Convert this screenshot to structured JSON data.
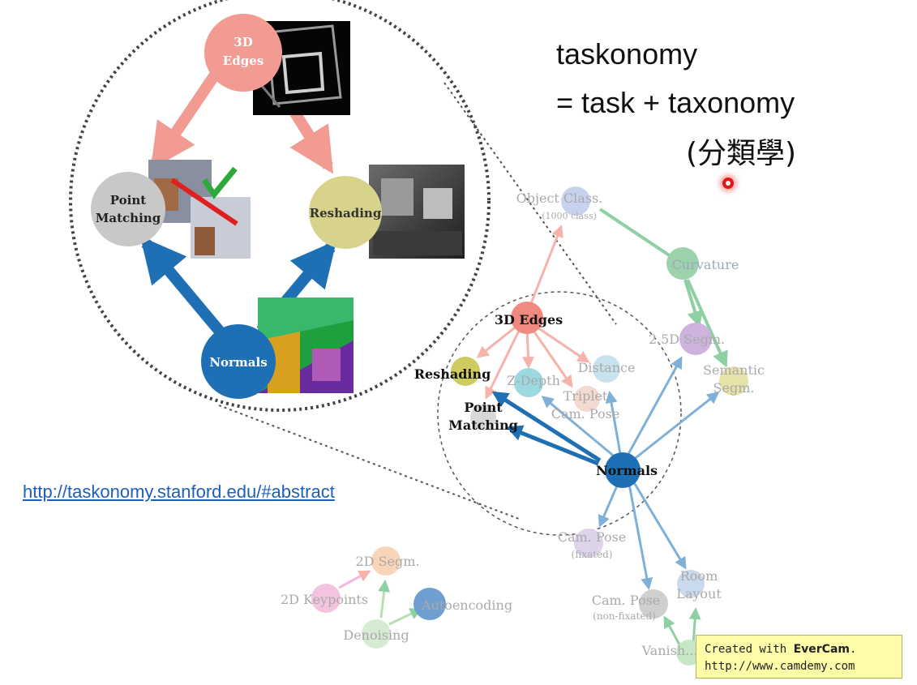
{
  "heading": {
    "line1": "taskonomy",
    "line2": "= task + taxonomy",
    "line3": "(分類學)"
  },
  "link": "http://taskonomy.stanford.edu/#abstract",
  "zoom_nodes": {
    "edges_3d": "3D Edges",
    "point_matching": "Point Matching",
    "reshading": "Reshading",
    "normals": "Normals"
  },
  "graph_nodes": {
    "object_class": "Object Class.",
    "object_class_sub": "(1000 class)",
    "curvature": "Curvature",
    "edges_3d": "3D Edges",
    "segm_25d": "2.5D Segm.",
    "semantic_segm_1": "Semantic",
    "semantic_segm_2": "Segm.",
    "reshading": "Reshading",
    "z_depth": "Z-Depth",
    "distance": "Distance",
    "triplet_cam_pose_1": "Triplet",
    "triplet_cam_pose_2": "Cam. Pose",
    "point_matching_1": "Point",
    "point_matching_2": "Matching",
    "normals": "Normals",
    "cam_pose_fixated": "Cam. Pose",
    "cam_pose_fixated_sub": "(fixated)",
    "segm_2d": "2D Segm.",
    "keypoints_2d": "2D Keypoints",
    "autoencoding": "Autoencoding",
    "denoising": "Denoising",
    "room_layout_1": "Room",
    "room_layout_2": "Layout",
    "cam_pose_nonfixated": "Cam. Pose",
    "cam_pose_nonfixated_sub": "(non-fixated)",
    "vanishing": "Vanish..."
  },
  "watermark": {
    "prefix": "Created with ",
    "brand": "EverCam",
    "suffix": ".",
    "url": "http://www.camdemy.com"
  },
  "colors": {
    "edges": "#f29b92",
    "normals": "#1f6fb4",
    "reshading": "#d7d38a",
    "point_matching": "#c8c8c8",
    "curvature": "#7fc49a",
    "checkmark": "#2fa83a",
    "cross": "#e02020"
  }
}
